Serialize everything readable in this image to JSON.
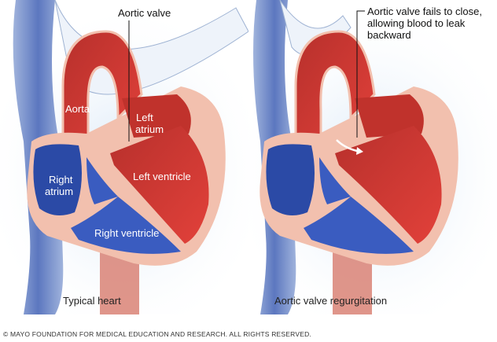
{
  "figure": {
    "panels": [
      {
        "id": "typical",
        "caption": "Typical heart",
        "labels": {
          "aortic_valve": "Aortic valve",
          "aorta": "Aorta",
          "left_atrium_1": "Left",
          "left_atrium_2": "atrium",
          "right_atrium_1": "Right",
          "right_atrium_2": "atrium",
          "left_ventricle": "Left ventricle",
          "right_ventricle": "Right ventricle"
        }
      },
      {
        "id": "regurgitation",
        "caption": "Aortic valve regurgitation",
        "callout": {
          "line1": "Aortic valve fails to close,",
          "line2": "allowing blood to leak",
          "line3": "backward"
        }
      }
    ],
    "copyright": "© MAYO FOUNDATION FOR MEDICAL EDUCATION AND RESEARCH. ALL RIGHTS RESERVED.",
    "colors": {
      "oxygenated": "#c8302c",
      "deoxygenated": "#2f4fa8",
      "tissue": "#f2c0ae",
      "background_glow": "#dce9f6"
    }
  }
}
